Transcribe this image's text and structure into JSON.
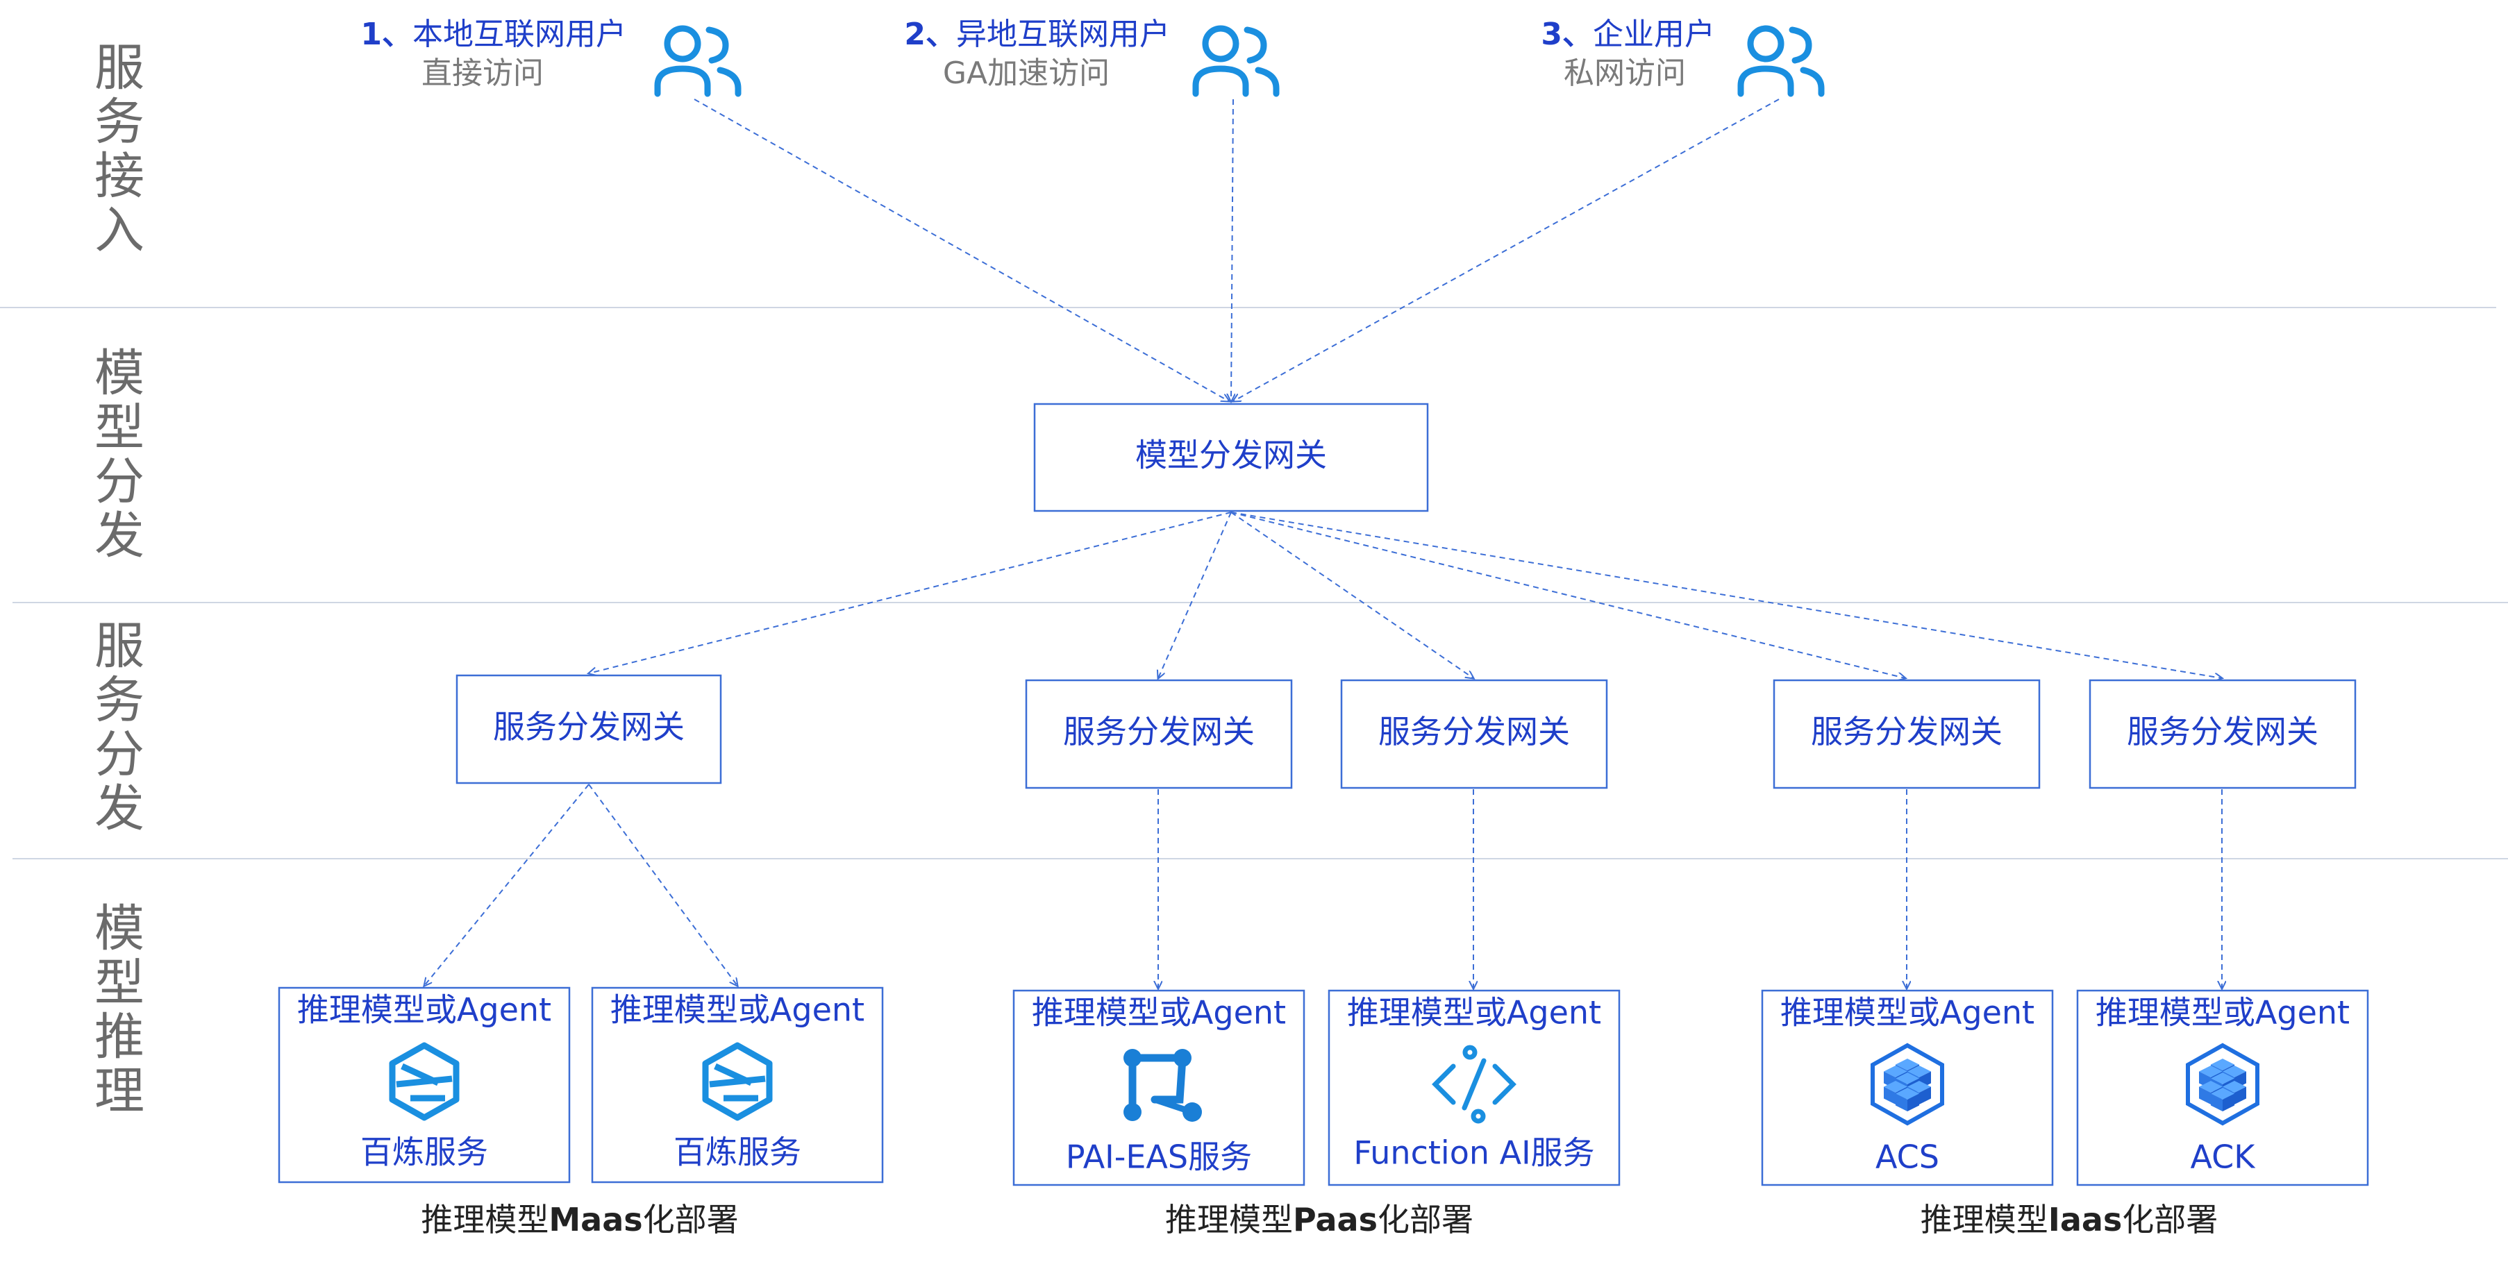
{
  "colors": {
    "accent": "#1f3fc9",
    "box_border": "#3c6ed6",
    "arrow": "#3c6ed6",
    "lane_text": "#6b6b6b",
    "sub_text": "#7a7a7a",
    "divider": "#cfd6e3",
    "icon_blue": "#1a8fe0",
    "caption": "#222222"
  },
  "lanes": [
    {
      "label": "服务接入"
    },
    {
      "label": "模型分发"
    },
    {
      "label": "服务分发"
    },
    {
      "label": "模型推理"
    }
  ],
  "users": [
    {
      "num": "1、",
      "title": "本地互联网用户",
      "subtitle": "直接访问",
      "icon": "users-icon"
    },
    {
      "num": "2、",
      "title": "异地互联网用户",
      "subtitle": "GA加速访问",
      "icon": "users-icon"
    },
    {
      "num": "3、",
      "title": "企业用户",
      "subtitle": "私网访问",
      "icon": "users-icon"
    }
  ],
  "model_gateway": {
    "label": "模型分发网关"
  },
  "service_gateways": [
    {
      "label": "服务分发网关"
    },
    {
      "label": "服务分发网关"
    },
    {
      "label": "服务分发网关"
    },
    {
      "label": "服务分发网关"
    },
    {
      "label": "服务分发网关"
    }
  ],
  "inference": [
    {
      "title": "推理模型或Agent",
      "name": "百炼服务",
      "icon": "bailian-icon"
    },
    {
      "title": "推理模型或Agent",
      "name": "百炼服务",
      "icon": "bailian-icon"
    },
    {
      "title": "推理模型或Agent",
      "name": "PAI-EAS服务",
      "icon": "pai-eas-icon"
    },
    {
      "title": "推理模型或Agent",
      "name": "Function AI服务",
      "icon": "function-ai-icon"
    },
    {
      "title": "推理模型或Agent",
      "name": "ACS",
      "icon": "cube-icon"
    },
    {
      "title": "推理模型或Agent",
      "name": "ACK",
      "icon": "cube-icon"
    }
  ],
  "captions": [
    {
      "pre": "推理模型",
      "bold": "Maas",
      "post": "化部署"
    },
    {
      "pre": "推理模型",
      "bold": "Paas",
      "post": "化部署"
    },
    {
      "pre": "推理模型",
      "bold": "Iaas",
      "post": "化部署"
    }
  ]
}
